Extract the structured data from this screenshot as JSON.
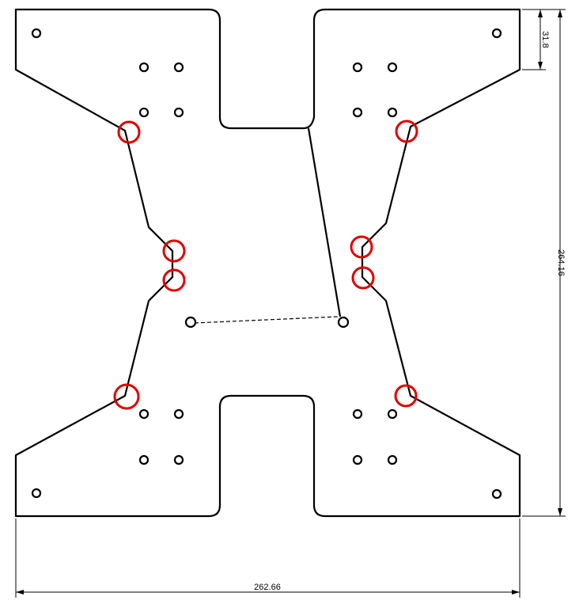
{
  "drawing": {
    "dimensions": {
      "width_label": "262.66",
      "height_label": "264.16",
      "offset_label": "31.8"
    },
    "colors": {
      "outline": "#000000",
      "highlight": "#e00000",
      "background": "#ffffff"
    }
  }
}
